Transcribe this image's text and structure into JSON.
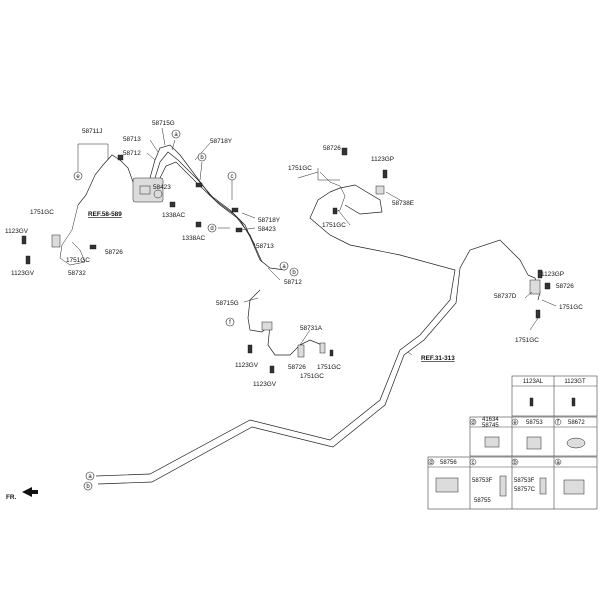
{
  "parts": {
    "p58711J": "58711J",
    "p58715G_a": "58715G",
    "p58713_a": "58713",
    "p58712_a": "58712",
    "p58718Y_a": "58718Y",
    "p58423_a": "58423",
    "p1338AC_a": "1338AC",
    "p58718Y_b": "58718Y",
    "p58423_b": "58423",
    "p1338AC_b": "1338AC",
    "p58713_b": "58713",
    "p58712_b": "58712",
    "p58715G_b": "58715G",
    "p58731A": "58731A",
    "p58726_a": "58726",
    "p1751GC_a": "1751GC",
    "p1751GC_b": "1751GC",
    "p1123GV_a": "1123GV",
    "p1123GV_b": "1123GV",
    "p1751GC_c": "1751GC",
    "p1123GV_c": "1123GV",
    "p58726_b": "58726",
    "p1751GC_d": "1751GC",
    "p1123GV_d": "1123GV",
    "p58732": "58732",
    "p58726_c": "58726",
    "p1751GC_e": "1751GC",
    "p1123GP_a": "1123GP",
    "p58738E": "58738E",
    "p1751GC_f": "1751GC",
    "p1123GP_b": "1123GP",
    "p58726_d": "58726",
    "p58737D": "58737D",
    "p1751GC_g": "1751GC",
    "p1751GC_h": "1751GC"
  },
  "refs": {
    "ref1": "REF.58-589",
    "ref2": "REF.31-313"
  },
  "callouts": {
    "a": "a",
    "b": "b",
    "c": "c",
    "d": "d",
    "e": "e",
    "f": "f"
  },
  "orientation": "FR.",
  "table": {
    "col1": "1123AL",
    "col2": "1123GT",
    "row2": {
      "d_code": "d",
      "d_parts": "41634\n58745",
      "e_code": "e",
      "e_part": "58753",
      "f_code": "f",
      "f_part": "58672"
    },
    "row3": {
      "d_code": "d",
      "d_part": "58756",
      "c_code": "c",
      "c_parts": [
        "58753F",
        "58755"
      ],
      "b_code": "b",
      "b_parts": [
        "58753F",
        "58757C"
      ],
      "a_code": "a"
    }
  }
}
